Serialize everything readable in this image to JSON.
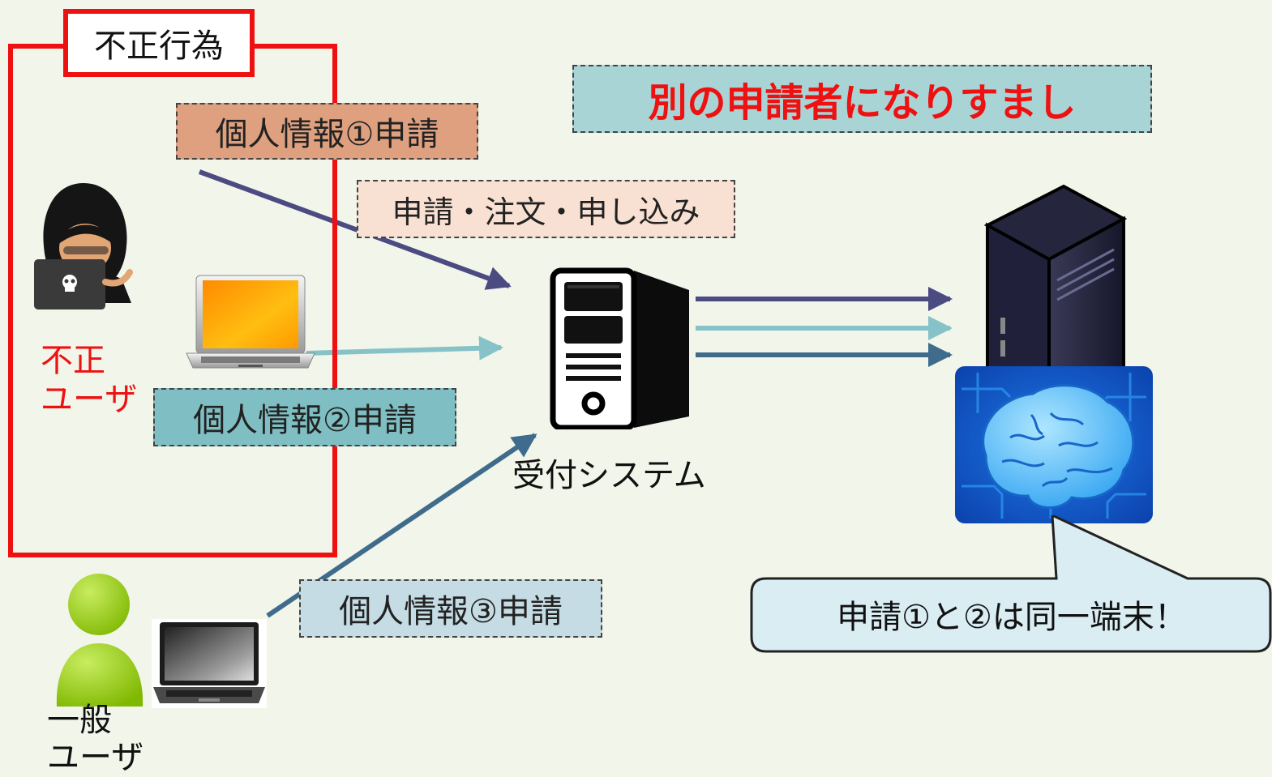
{
  "fraud_section": {
    "tag": "不正行為",
    "user_label_line1": "不正",
    "user_label_line2": "ユーザ"
  },
  "general_user": {
    "label_line1": "一般",
    "label_line2": "ユーザ"
  },
  "boxes": {
    "application_1": "個人情報①申請",
    "order_types": "申請・注文・申し込み",
    "application_2": "個人情報②申請",
    "application_3": "個人情報③申請"
  },
  "headline": "別の申請者になりすまし",
  "reception_system_label": "受付システム",
  "callout": "申請①と②は同一端末！",
  "colors": {
    "fraud_red": "#ee1111",
    "arrow_purple": "#4b4b82",
    "arrow_teal": "#86c2c7",
    "arrow_steel": "#3f6c8c",
    "box_salmon": "#dea07f",
    "box_peach": "#f8e1d2",
    "box_teal": "#7fbfc3",
    "box_lightblue": "#c6dce5",
    "headline_bg": "#a9d4d6"
  },
  "icons": [
    "hooded-hacker-icon",
    "orange-laptop-icon",
    "user-avatar-icon",
    "gray-laptop-icon",
    "pc-tower-icon",
    "server-icon",
    "ai-brain-icon"
  ]
}
